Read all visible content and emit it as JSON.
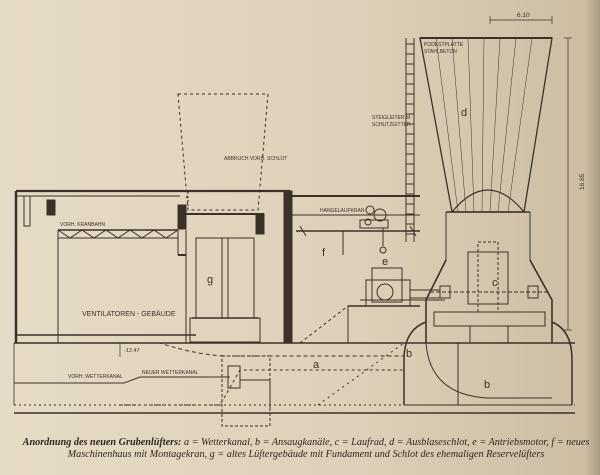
{
  "drawing": {
    "dimensions": {
      "top_width": "6.10",
      "height": "16.65",
      "level": "-12.47"
    },
    "labels": {
      "podest": "PODESTPLATTE STAHLBETON",
      "steigleiter": "STEIGLEITER M. SCHUTZGITTER",
      "abbruch": "ABBRUCH VORH. SCHLOT",
      "hangelaufkran": "HANGELAUFKRAN",
      "vorh_kranbahn": "VORH. KRANBAHN",
      "ventilatoren": "VENTILATOREN - GEBÄUDE",
      "vorh_wetterkanal": "VORH. WETTERKANAL",
      "neuer_wetterkanal": "NEUER WETTERKANAL"
    },
    "letters": {
      "a": "a",
      "b1": "b",
      "b2": "b",
      "c": "c",
      "d": "d",
      "e": "e",
      "f": "f",
      "g": "g"
    }
  },
  "caption": {
    "title": "Anordnung des neuen Grubenlüfters:",
    "text": "a = Wetterkanal, b = Ansaugkanäle, c = Laufrad, d = Ausblaseschlot, e = Antriebsmotor, f = neues Maschinenhaus mit Montagekran, g = altes Lüftergebäude mit Fundament und Schlot des ehemaligen Reservelüfters"
  },
  "colors": {
    "ink": "#3b3128",
    "paper": "#e3d6c0"
  }
}
